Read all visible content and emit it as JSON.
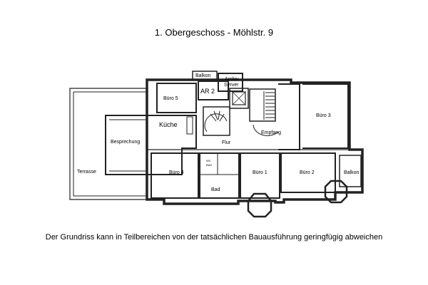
{
  "title": "1. Obergeschoss - Möhlstr. 9",
  "disclaimer": "Der Grundriss kann in Teilbereichen von der tatsächlichen Bauausführung geringfügig abweichen",
  "rooms": {
    "balkon_top": "Balkon",
    "archiv_line1": "Archiv",
    "archiv_line2": "Server",
    "ar2": "AR 2",
    "buero5": "Büro 5",
    "kueche": "Küche",
    "besprechung": "Besprechung",
    "terrasse": "Terrasse",
    "flur": "Flur",
    "empfang": "Empfang",
    "buero3": "Büro 3",
    "buero4": "Büro 4",
    "buero1": "Büro 1",
    "buero2": "Büro 2",
    "balkon_right": "Balkon",
    "bad": "Bad",
    "wc_line1": "WC",
    "wc_line2": "BAD"
  }
}
